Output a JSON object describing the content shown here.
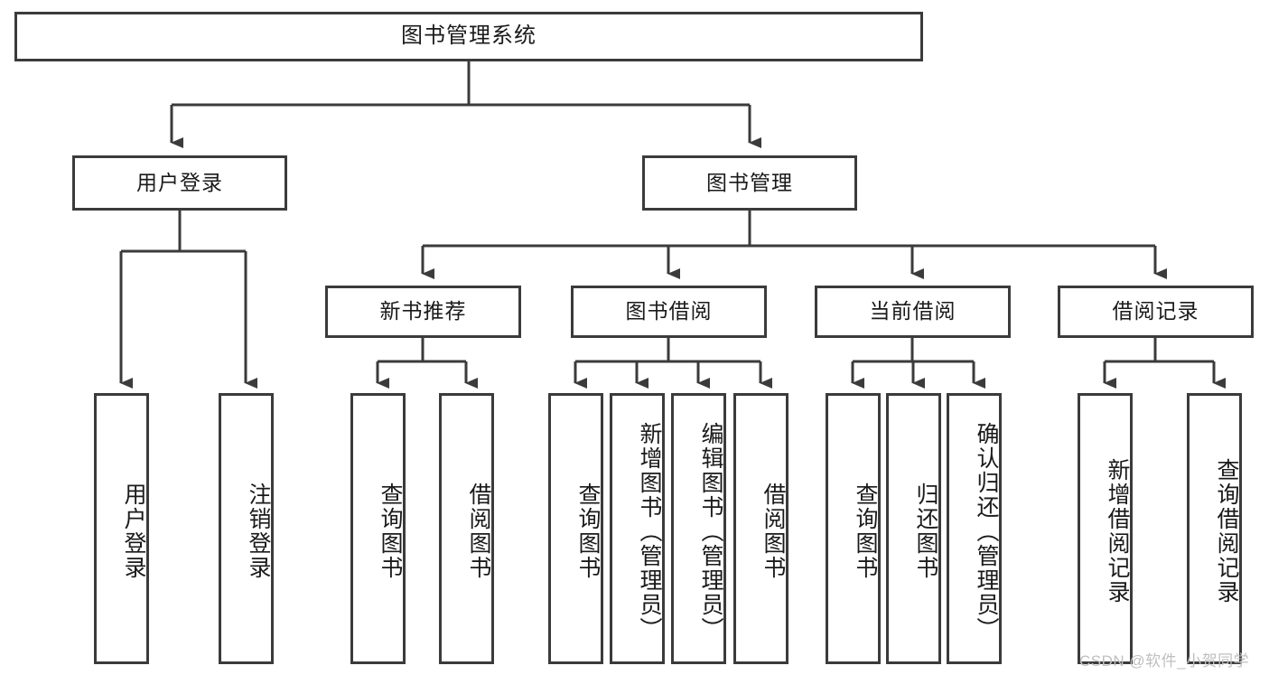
{
  "diagram": {
    "title": "图书管理系统",
    "type": "tree-hierarchy-diagram",
    "root": {
      "label": "图书管理系统",
      "id": "root"
    },
    "level1": [
      {
        "id": "user-login",
        "label": "用户登录"
      },
      {
        "id": "book-management",
        "label": "图书管理"
      }
    ],
    "level2": [
      {
        "id": "new-book-recommend",
        "label": "新书推荐",
        "parent": "book-management"
      },
      {
        "id": "book-borrow",
        "label": "图书借阅",
        "parent": "book-management"
      },
      {
        "id": "current-borrow",
        "label": "当前借阅",
        "parent": "book-management"
      },
      {
        "id": "borrow-record",
        "label": "借阅记录",
        "parent": "book-management"
      }
    ],
    "leaves": {
      "user_login": [
        {
          "id": "leaf-user-login",
          "label": "用户登录"
        },
        {
          "id": "leaf-logout-login",
          "label": "注销登录"
        }
      ],
      "new_book_recommend": [
        {
          "id": "leaf-query-book-1",
          "label": "查询图书"
        },
        {
          "id": "leaf-borrow-book-1",
          "label": "借阅图书"
        }
      ],
      "book_borrow": [
        {
          "id": "leaf-query-book-2",
          "label": "查询图书"
        },
        {
          "id": "leaf-add-book",
          "label": "新增图书（管理员）"
        },
        {
          "id": "leaf-edit-book",
          "label": "编辑图书（管理员）"
        },
        {
          "id": "leaf-borrow-book-2",
          "label": "借阅图书"
        }
      ],
      "current_borrow": [
        {
          "id": "leaf-query-book-3",
          "label": "查询图书"
        },
        {
          "id": "leaf-return-book",
          "label": "归还图书"
        },
        {
          "id": "leaf-confirm-return",
          "label": "确认归还（管理员）"
        }
      ],
      "borrow_record": [
        {
          "id": "leaf-add-record",
          "label": "新增借阅记录"
        },
        {
          "id": "leaf-query-record",
          "label": "查询借阅记录"
        }
      ]
    }
  },
  "watermark": {
    "text": "CSDN @软件_小贺同学"
  },
  "colors": {
    "stroke": "#3b3b3b",
    "fill": "#ffffff",
    "text": "#1a1a1a",
    "watermark": "#bfbfbf",
    "background": "#ffffff"
  }
}
